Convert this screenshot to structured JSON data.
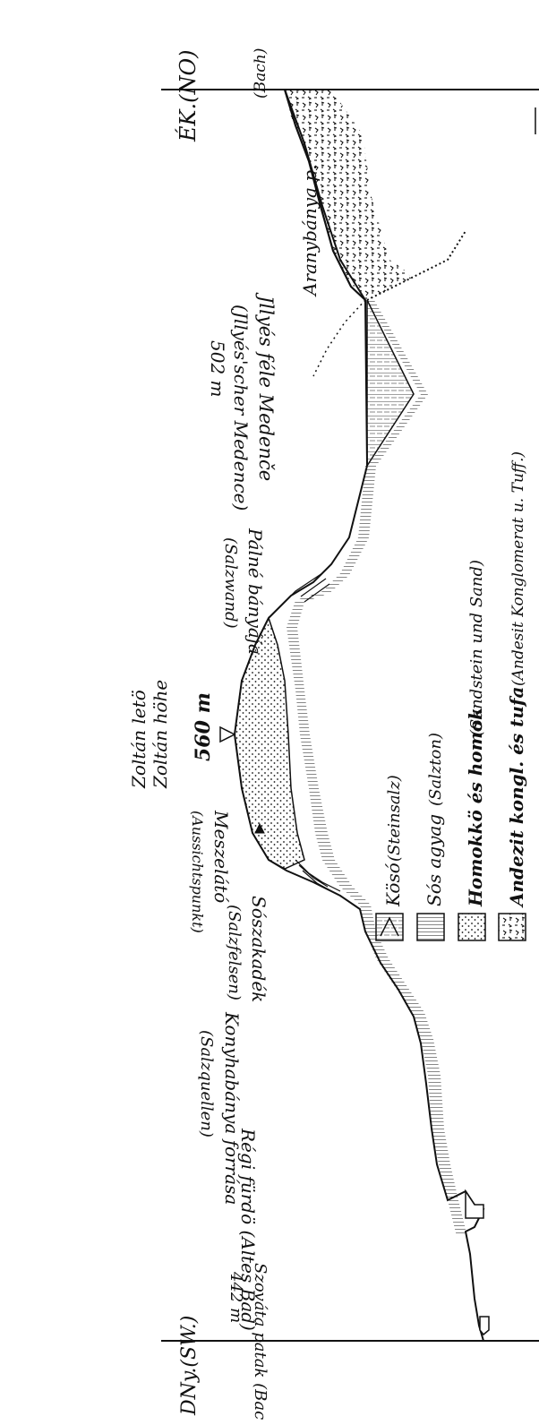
{
  "directions": {
    "northeast": "ÉK.(NO)",
    "southwest": "DNy.(SW.)"
  },
  "places": [
    {
      "name": "Aranybánya p.",
      "german": "(Bach)"
    },
    {
      "name": "Jllyés féle Medenče",
      "german": "(Jllyés'scher Medence)",
      "elevation": "502 m"
    },
    {
      "name": "Pálné bányája",
      "german": "(Salzwand)"
    },
    {
      "name": "Zoltán letö",
      "german": "Zoltán höhe",
      "elevation": "560 m"
    },
    {
      "name": "Meszelátó",
      "german": "(Aussichtspunkt)"
    },
    {
      "name": "Sószakadék",
      "german": "(Salzfelsen)"
    },
    {
      "name": "Konyhabánya forrása",
      "german": "(Salzquellen)"
    },
    {
      "name": "Régi fürdö (Altes Bad)",
      "german": ""
    },
    {
      "name": "Szováta patak (Bach)",
      "german": "",
      "elevation": "442 m"
    }
  ],
  "legend": [
    {
      "hu": "Kösó",
      "de": "(Steinsalz)",
      "pattern": "salt"
    },
    {
      "hu": "Sós agyag",
      "de": "(Salzton)",
      "pattern": "clay"
    },
    {
      "hu": "Homokkö és homok",
      "de": "(Sandstein und Sand)",
      "pattern": "sand"
    },
    {
      "hu": "Andezit kongl. és tufa",
      "de": "(Andesit Konglomerat u. Tuff.)",
      "pattern": "andesite"
    }
  ]
}
